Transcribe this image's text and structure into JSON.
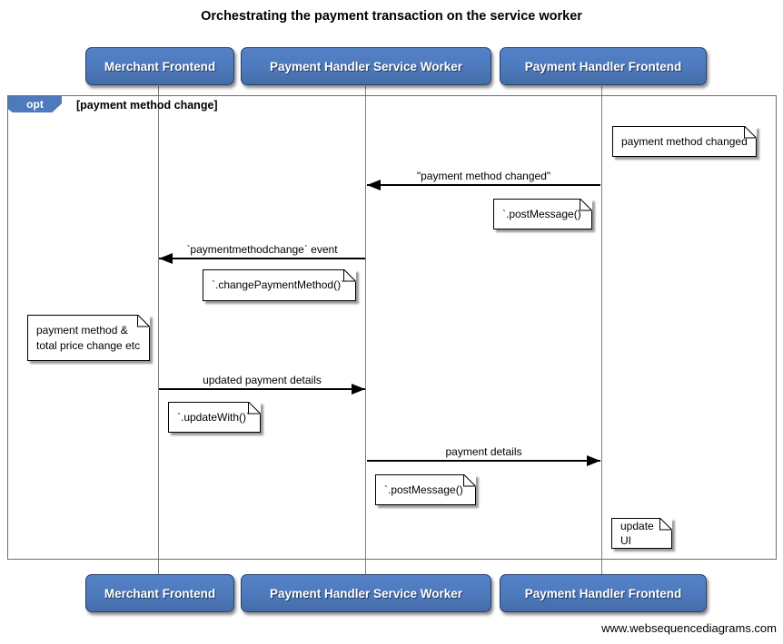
{
  "title": "Orchestrating the payment transaction on the service worker",
  "footer": "www.websequencediagrams.com",
  "colors": {
    "actor_fill": "#4d79bd",
    "actor_border": "#27416b",
    "lifeline": "#7f7f7f"
  },
  "actors": [
    {
      "label": "Merchant Frontend"
    },
    {
      "label": "Payment Handler Service Worker"
    },
    {
      "label": "Payment Handler Frontend"
    }
  ],
  "fragment": {
    "operator": "opt",
    "guard": "[payment method change]"
  },
  "messages": [
    {
      "label": "\"payment method changed\"",
      "from": "Payment Handler Frontend",
      "to": "Payment Handler Service Worker",
      "direction": "left"
    },
    {
      "label": "`paymentmethodchange` event",
      "from": "Payment Handler Service Worker",
      "to": "Merchant Frontend",
      "direction": "left"
    },
    {
      "label": "updated payment details",
      "from": "Merchant Frontend",
      "to": "Payment Handler Service Worker",
      "direction": "right"
    },
    {
      "label": "payment details",
      "from": "Payment Handler Service Worker",
      "to": "Payment Handler Frontend",
      "direction": "right"
    }
  ],
  "notes": [
    {
      "text": "payment method changed"
    },
    {
      "text": "`.postMessage()`"
    },
    {
      "text": "`.changePaymentMethod()`"
    },
    {
      "text": "payment method &\ntotal price change etc"
    },
    {
      "text": "`.updateWith()`"
    },
    {
      "text": "`.postMessage()`"
    },
    {
      "text": "update UI"
    }
  ]
}
